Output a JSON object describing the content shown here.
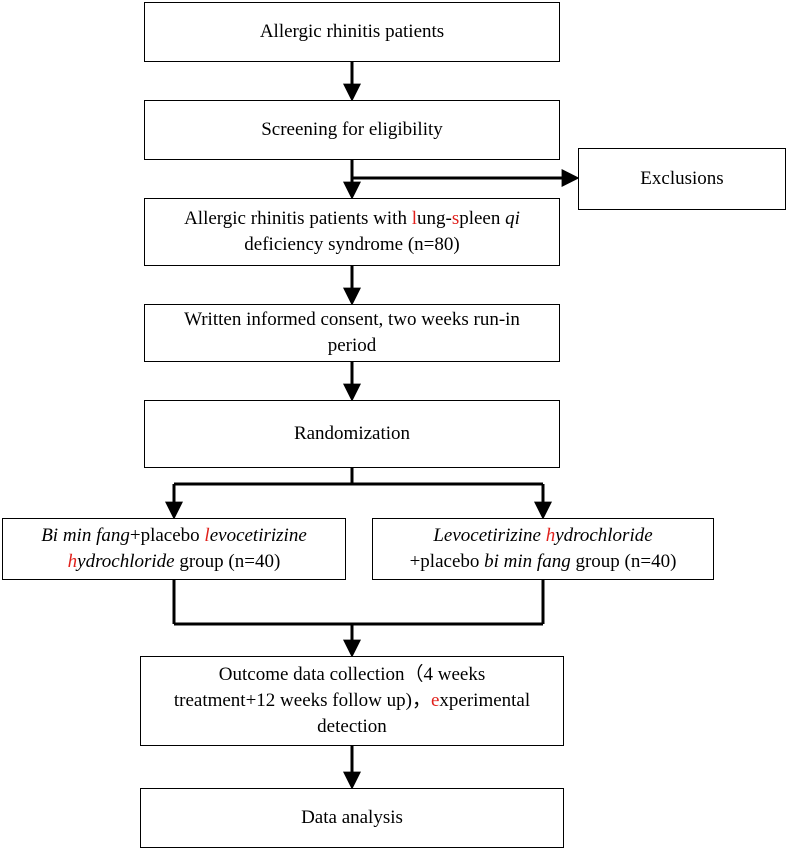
{
  "colors": {
    "highlight": "#e0201b",
    "line": "#000000"
  },
  "box1": {
    "text": "Allergic rhinitis patients"
  },
  "box2": {
    "text": "Screening for eligibility"
  },
  "exclusions": {
    "text": "Exclusions"
  },
  "box3": {
    "pre": "Allergic rhinitis patients with ",
    "l": "l",
    "ung": "ung-",
    "s": "s",
    "pleen": "pleen ",
    "qi": "qi",
    "line2": "deficiency syndrome (n=80)"
  },
  "box4": {
    "line1": "Written informed consent, two weeks run-in",
    "line2": "period"
  },
  "box5": {
    "text": "Randomization"
  },
  "group_a": {
    "bmf": "Bi min fang",
    "plus": "+placebo ",
    "l": "l",
    "evo": "evocetirizine",
    "h": "h",
    "ydro": "ydrochloride",
    "group": " group (n=40)"
  },
  "group_b": {
    "levo": "Levocetirizine ",
    "h": "h",
    "ydro": "ydrochloride",
    "plus": "+placebo ",
    "bmf": "bi min fang",
    "group": " group (n=40)"
  },
  "box7": {
    "line1": "Outcome data collection（4 weeks",
    "line2a": "treatment+12 weeks follow up)，",
    "e": "e",
    "line2b": "xperimental",
    "line3": "detection"
  },
  "box8": {
    "text": "Data analysis"
  }
}
